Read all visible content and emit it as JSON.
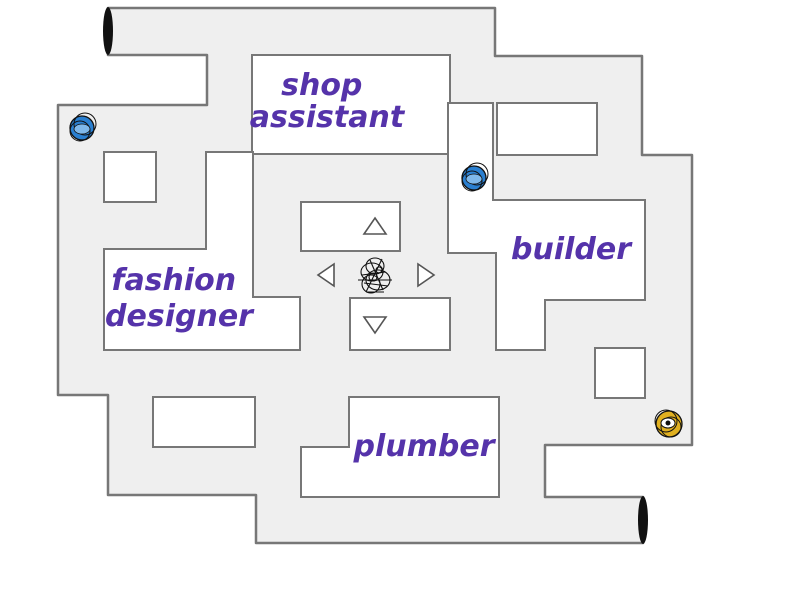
{
  "game": {
    "answers": [
      "shop assistant",
      "builder",
      "fashion designer",
      "plumber"
    ],
    "controls": {
      "up": "up-arrow-icon",
      "down": "down-arrow-icon",
      "left": "left-arrow-icon",
      "right": "right-arrow-icon"
    },
    "player": {
      "icon": "scribble-player-icon"
    },
    "ghosts": [
      {
        "icon": "ghost-icon",
        "color": "#2a7fd0"
      },
      {
        "icon": "ghost-icon",
        "color": "#2a7fd0"
      },
      {
        "icon": "ghost-icon",
        "color": "#e0b020"
      }
    ],
    "colors": {
      "corridor": "#efefef",
      "wall": "#777777",
      "label": "#5533aa",
      "tunnel": "#111111"
    }
  }
}
